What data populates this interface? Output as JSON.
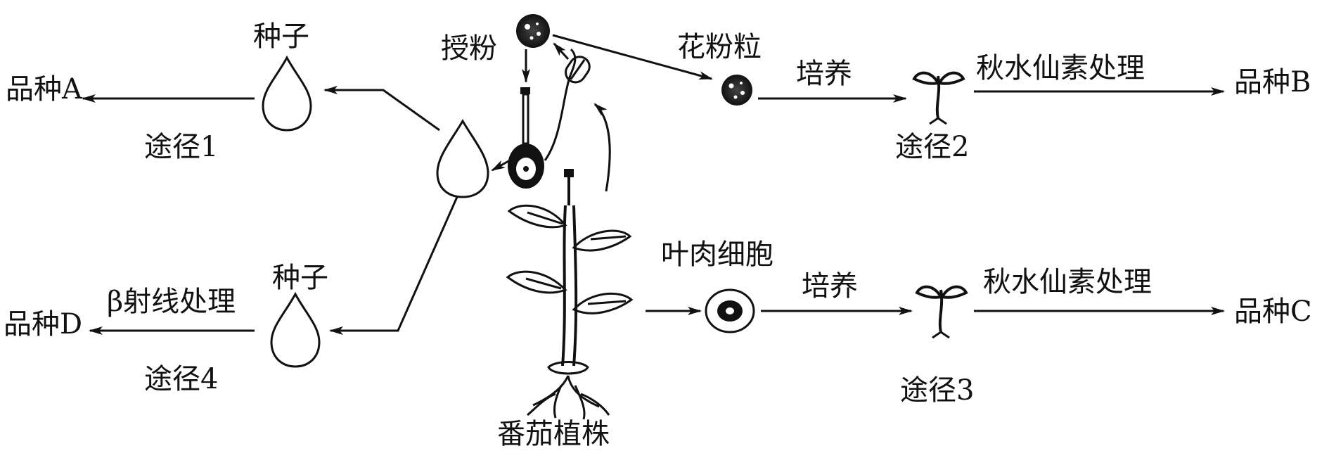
{
  "labels": {
    "seed_top": "种子",
    "pollination": "授粉",
    "pollen_grain": "花粉粒",
    "culture_top": "培养",
    "colchicine_top": "秋水仙素处理",
    "variety_a": "品种A",
    "variety_b": "品种B",
    "route1": "途径1",
    "route2": "途径2",
    "mesophyll_cell": "叶肉细胞",
    "seed_bottom": "种子",
    "beta_ray": "β射线处理",
    "culture_bottom": "培养",
    "colchicine_bottom": "秋水仙素处理",
    "variety_d": "品种D",
    "variety_c": "品种C",
    "route4": "途径4",
    "route3": "途径3",
    "tomato_plant": "番茄植株"
  },
  "icons": [
    "seed-icon",
    "pollen-grain-icon",
    "seedling-icon",
    "mesophyll-cell-icon",
    "tomato-plant-icon",
    "pistil-icon",
    "anther-icon"
  ],
  "colors": {
    "ink": "#111111",
    "background": "#ffffff"
  }
}
